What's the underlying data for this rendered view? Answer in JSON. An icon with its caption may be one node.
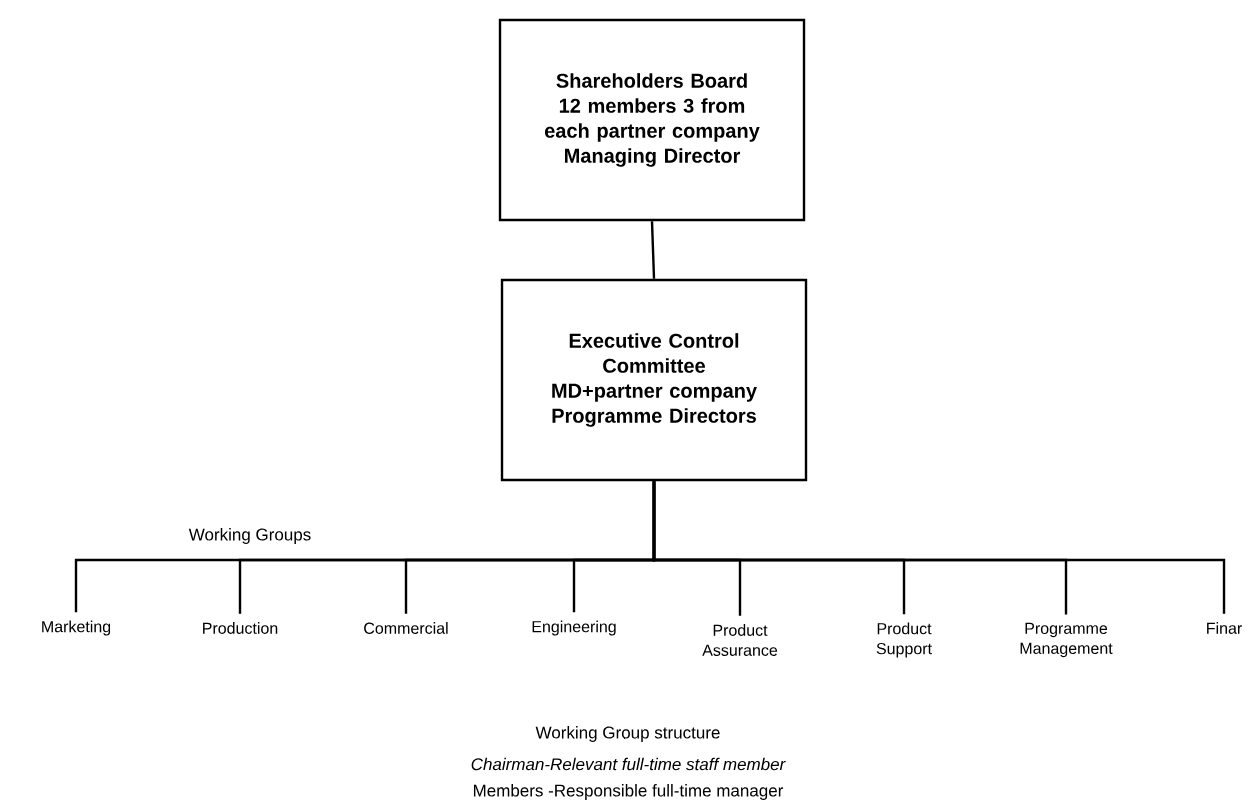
{
  "diagram": {
    "nodes": [
      {
        "text": [
          "Shareholders Board 12 members 3 from each partner company Managing Director"
        ]
      },
      {
        "text": [
          "Executive Control Committee MD+partner company Programme Directors"
        ]
      },
      {
        "text": [
          "Marketing"
        ]
      },
      {
        "text": [
          "Production"
        ]
      },
      {
        "text": [
          "Commercial"
        ]
      },
      {
        "text": [
          "Engineering"
        ]
      },
      {
        "text": [
          "Product Assurance"
        ]
      },
      {
        "text": [
          "Product Support"
        ]
      },
      {
        "text": [
          "Programme Management"
        ]
      },
      {
        "text": [
          "Finar"
        ]
      }
    ],
    "edges": [
      {
        "from": 0,
        "to": 1,
        "arrow": "none"
      },
      {
        "from": 1,
        "to": 2,
        "arrow": "none"
      },
      {
        "from": 1,
        "to": 3,
        "arrow": "none"
      },
      {
        "from": 1,
        "to": 4,
        "arrow": "none"
      },
      {
        "from": 1,
        "to": 5,
        "arrow": "none"
      },
      {
        "from": 1,
        "to": 6,
        "arrow": "none"
      },
      {
        "from": 1,
        "to": 7,
        "arrow": "none"
      },
      {
        "from": 1,
        "to": 8,
        "arrow": "none"
      },
      {
        "from": 1,
        "to": 9,
        "arrow": "none"
      }
    ],
    "labels": [
      "Working Groups",
      "Working Group structure",
      "Chairman-Relevant full-time staff member",
      "Members -Responsible full-time manager"
    ]
  }
}
